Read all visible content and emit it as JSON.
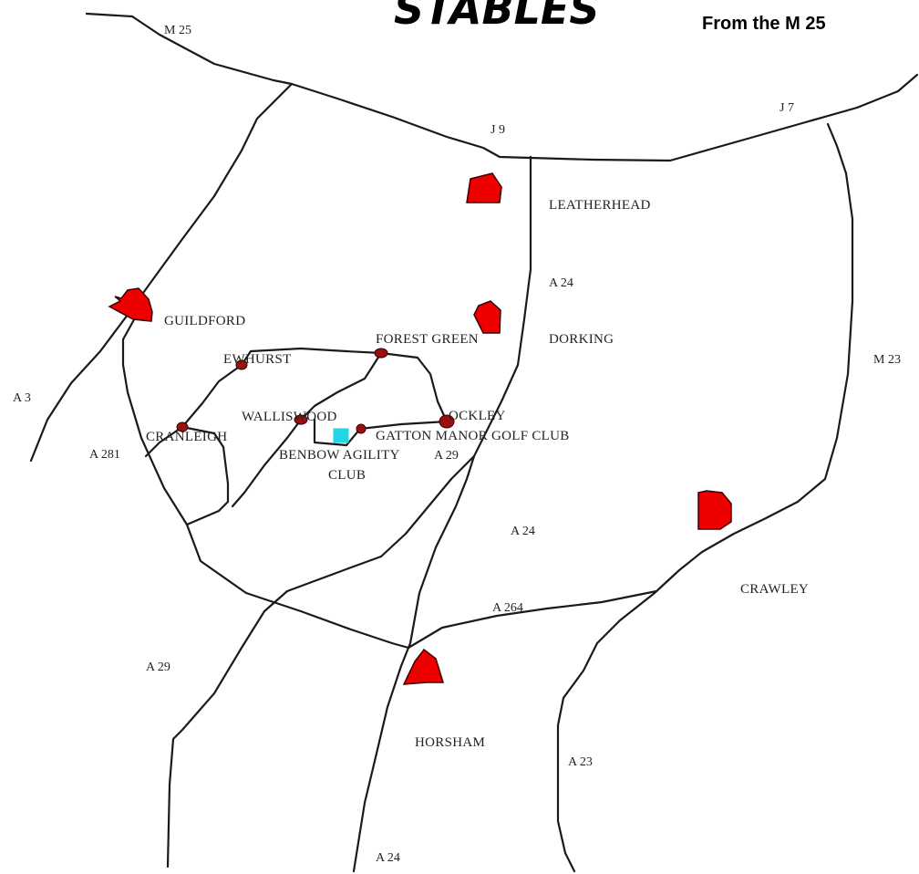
{
  "header": {
    "title": "STABLES",
    "subtitle": "From the M 25"
  },
  "colors": {
    "town": "#ee0000",
    "village": "#9a1010",
    "venue": "#22d6e6",
    "road": "#1a1a1a"
  },
  "roads": {
    "m25": "M 25",
    "j9": "J 9",
    "j7": "J 7",
    "a24_north": "A 24",
    "m23": "M 23",
    "a3": "A 3",
    "a281": "A 281",
    "a29_inner": "A 29",
    "a24_mid": "A 24",
    "a264": "A 264",
    "a29_south": "A 29",
    "a23": "A 23",
    "a24_south": "A 24"
  },
  "places": {
    "leatherhead": "LEATHERHEAD",
    "guildford": "GUILDFORD",
    "dorking": "DORKING",
    "forest_green": "FOREST GREEN",
    "ewhurst": "EWHURST",
    "walliswood": "WALLISWOOD",
    "ockley": "OCKLEY",
    "cranleigh": "CRANLEIGH",
    "gatton_manor": "GATTON MANOR GOLF CLUB",
    "benbow_line1": "BENBOW AGILITY",
    "benbow_line2": "CLUB",
    "crawley": "CRAWLEY",
    "horsham": "HORSHAM"
  },
  "icons": {
    "town": "town-area-icon",
    "village": "village-dot-icon",
    "venue": "venue-marker-icon"
  }
}
